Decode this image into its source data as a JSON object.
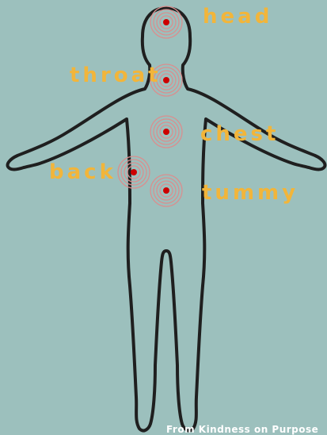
{
  "colors": {
    "background": "#9cc0bd",
    "body_outline": "#1f1f1f",
    "label_text": "#f2b53a",
    "target_ring": "#d98f8f",
    "target_center": "#cc0000",
    "credit_text": "#ffffff"
  },
  "labels": {
    "head": "head",
    "throat": "throat",
    "chest": "chest",
    "back": "back",
    "tummy": "tummy"
  },
  "credit": "From Kindness on Purpose",
  "targets": [
    {
      "name": "head-target"
    },
    {
      "name": "throat-target"
    },
    {
      "name": "chest-target"
    },
    {
      "name": "back-target"
    },
    {
      "name": "tummy-target"
    }
  ]
}
